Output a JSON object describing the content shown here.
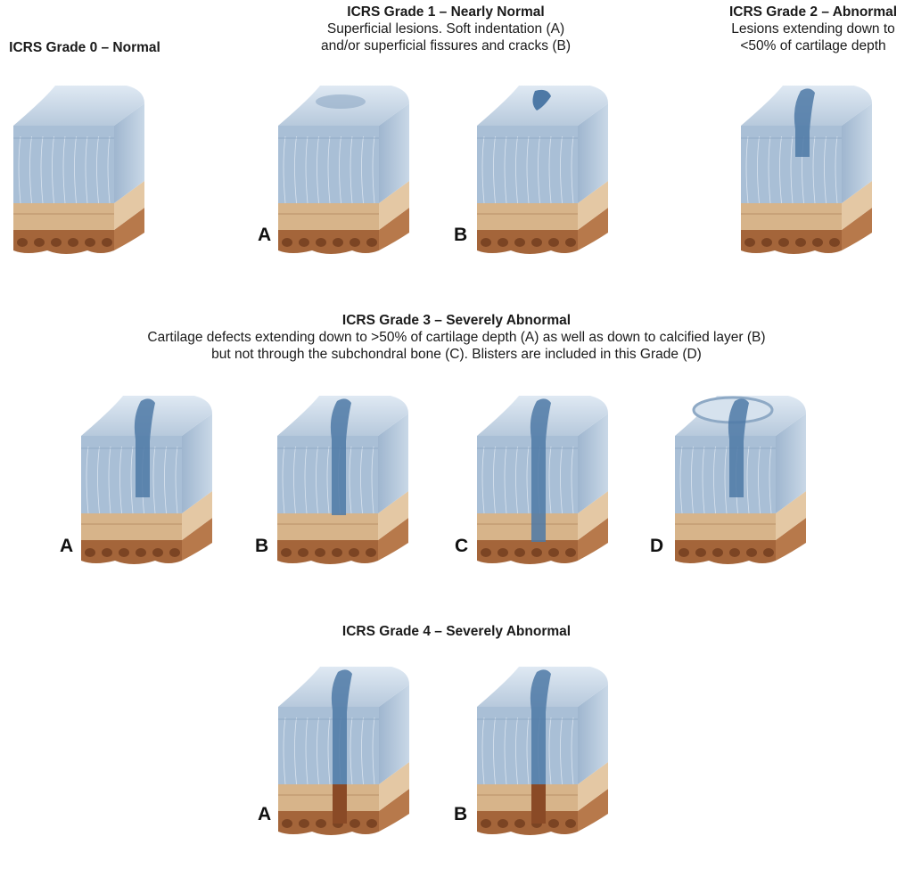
{
  "headings": {
    "grade0": {
      "title": "ICRS Grade 0 – Normal"
    },
    "grade1": {
      "title": "ICRS Grade 1 – Nearly Normal",
      "line1": "Superficial lesions. Soft indentation (A)",
      "line2": "and/or superficial fissures and cracks (B)"
    },
    "grade2": {
      "title": "ICRS Grade 2 – Abnormal",
      "line1": "Lesions extending down to",
      "line2": "<50% of cartilage depth"
    },
    "grade3": {
      "title": "ICRS Grade 3 – Severely Abnormal",
      "line1": "Cartilage defects extending down to >50% of cartilage depth (A) as well as down to calcified layer (B)",
      "line2": "but not through the subchondral bone (C). Blisters are included in this Grade (D)"
    },
    "grade4": {
      "title": "ICRS Grade 4 – Severely Abnormal"
    }
  },
  "panel_labels": {
    "g1a": "A",
    "g1b": "B",
    "g3a": "A",
    "g3b": "B",
    "g3c": "C",
    "g3d": "D",
    "g4a": "A",
    "g4b": "B"
  },
  "colors": {
    "cartilage_surface": "#b7c9dc",
    "cartilage": "#a9bfd6",
    "lesion": "#4d79a6",
    "calcified": "#d7b48a",
    "bone": "#a4653a"
  }
}
